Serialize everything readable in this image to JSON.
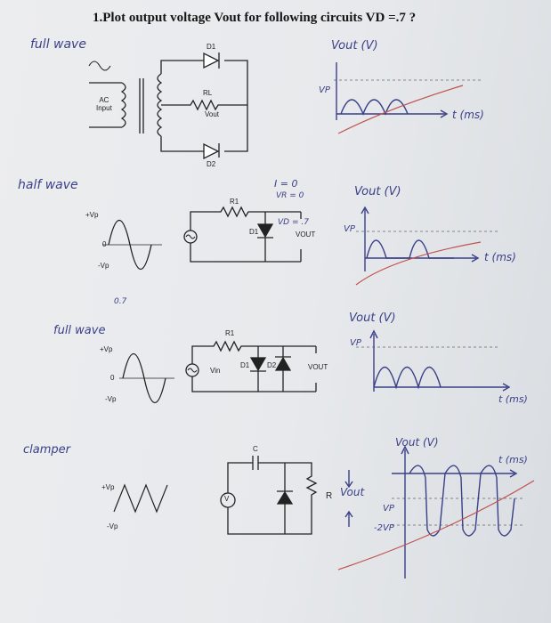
{
  "problem": {
    "title": "1.Plot output voltage Vout for following circuits VD =.7 ?"
  },
  "section_labels": {
    "full_wave_1": "full wave",
    "half_wave": "half wave",
    "full_wave_2": "full wave",
    "clamper": "clamper"
  },
  "circuit1": {
    "d1": "D1",
    "r": "RL",
    "vout": "Vout",
    "d2": "D2",
    "ac_input": "AC\nInput"
  },
  "circuit2": {
    "r": "R1",
    "d": "D1",
    "vout": "VOUT",
    "vp": "+Vp",
    "zero": "0",
    "neg_vp": "-Vp"
  },
  "circuit3": {
    "r": "R1",
    "vin": "Vin",
    "d1": "D1",
    "d2": "D2",
    "vout": "VOUT",
    "vp": "+Vp",
    "zero": "0",
    "neg_vp": "-Vp"
  },
  "circuit4": {
    "c": "C",
    "r": "R",
    "source": "V",
    "vp": "+Vp",
    "neg_vp": "-Vp"
  },
  "handwritten_notes": {
    "graph1_ylabel": "Vout (V)",
    "graph1_vp": "VP",
    "graph1_xlabel": "t (ms)",
    "graph2_ylabel": "Vout (V)",
    "graph2_vp": "VP",
    "graph2_xlabel": "t (ms)",
    "graph3_ylabel": "Vout (V)",
    "graph3_vp": "VP",
    "graph3_xlabel": "t (ms)",
    "graph4_ylabel": "Vout (V)",
    "graph4_xlabel": "t (ms)",
    "graph4_vp": "VP",
    "graph4_neg2vp": "-2VP",
    "current_note": "I = 0",
    "vr_note": "VR = 0",
    "vd_note": "VD = .7",
    "vout_note": "Vout",
    "scratch": "0.7"
  },
  "colors": {
    "ink": "#3a3f88",
    "red_pen": "#c0504d",
    "print": "#222222",
    "paper": "#e9ebee"
  }
}
